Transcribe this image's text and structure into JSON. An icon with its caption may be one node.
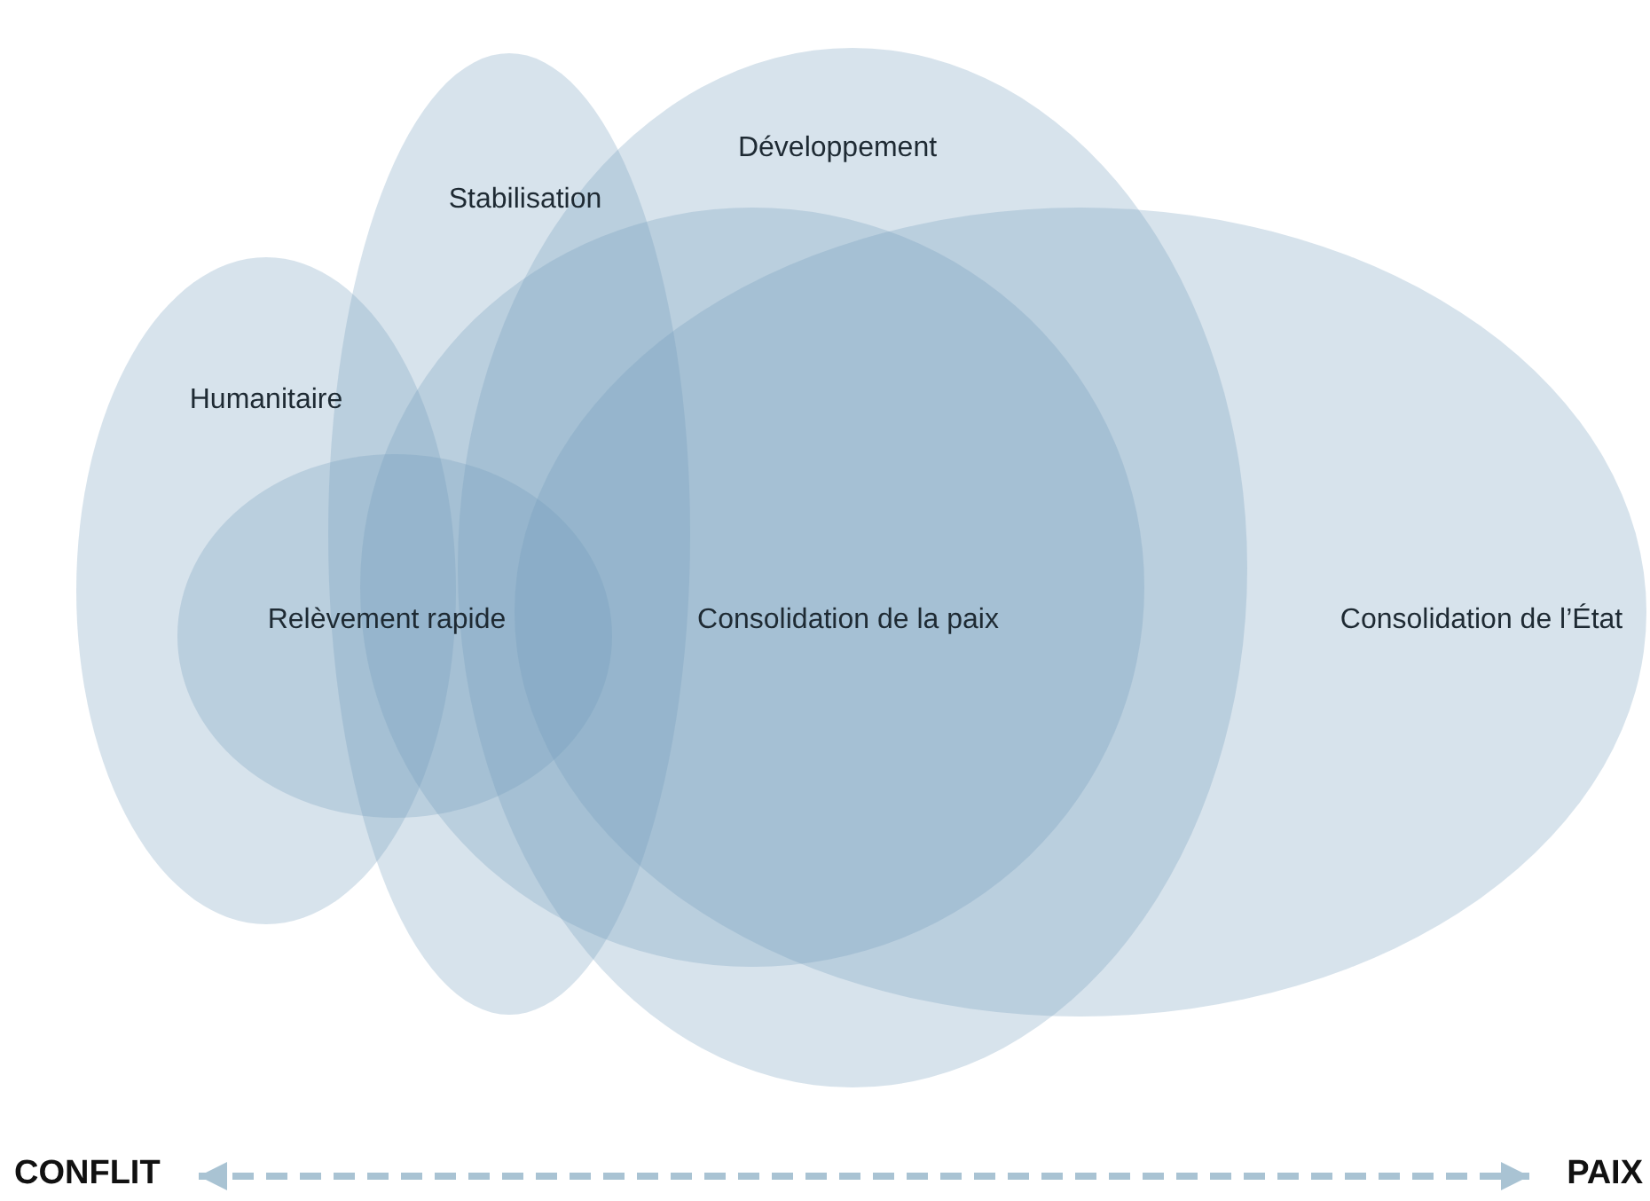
{
  "diagram": {
    "nodes": [
      {
        "text": [
          "Humanitaire"
        ]
      },
      {
        "text": [
          "Stabilisation"
        ]
      },
      {
        "text": [
          "Développement"
        ]
      },
      {
        "text": [
          "Relèvement rapide"
        ]
      },
      {
        "text": [
          "Consolidation de la paix"
        ]
      },
      {
        "text": [
          "Consolidation de l’État"
        ]
      },
      {
        "text": [
          "CONFLIT"
        ]
      },
      {
        "text": [
          "PAIX"
        ]
      }
    ],
    "edges": [
      {
        "from": 6,
        "to": 7,
        "arrow": "both",
        "style": "dashed"
      }
    ]
  }
}
